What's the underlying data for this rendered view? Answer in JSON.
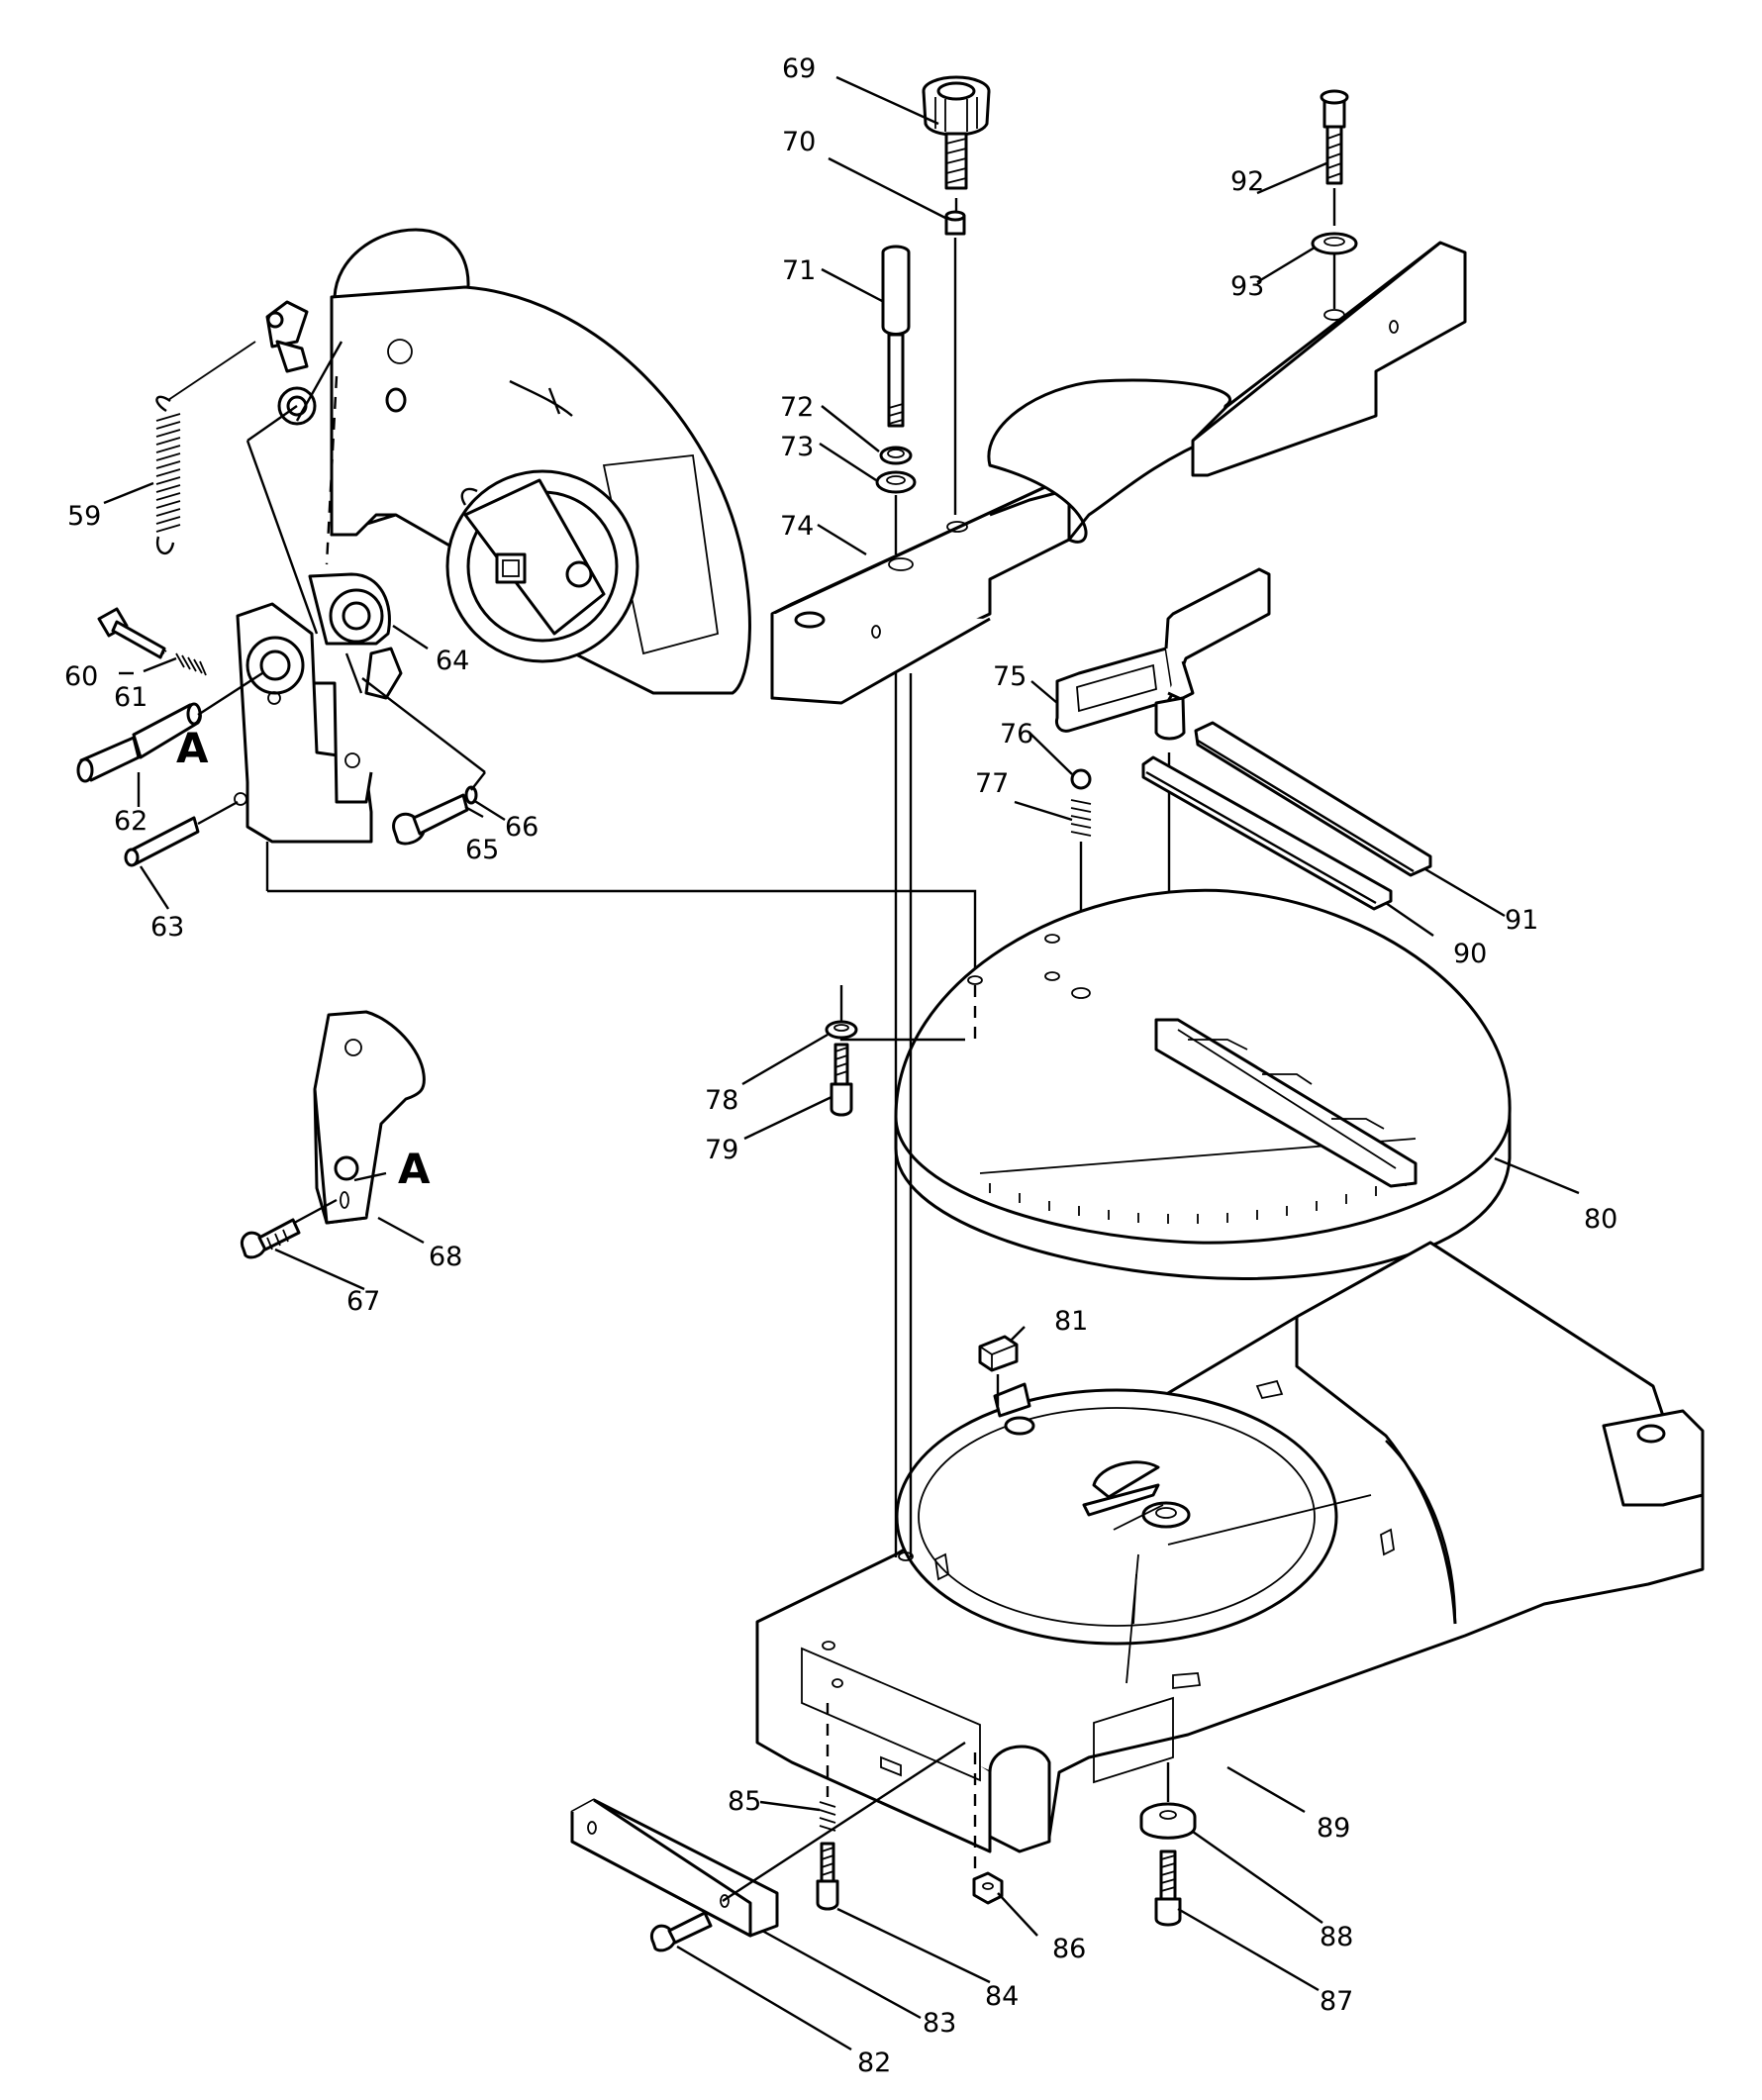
{
  "diagram": {
    "labels": [
      "59",
      "60",
      "61",
      "62",
      "63",
      "64",
      "65",
      "66",
      "67",
      "68",
      "69",
      "70",
      "71",
      "72",
      "73",
      "74",
      "75",
      "76",
      "77",
      "78",
      "79",
      "80",
      "81",
      "82",
      "83",
      "84",
      "85",
      "86",
      "87",
      "88",
      "89",
      "90",
      "91",
      "92",
      "93"
    ],
    "view_marker": "A"
  }
}
